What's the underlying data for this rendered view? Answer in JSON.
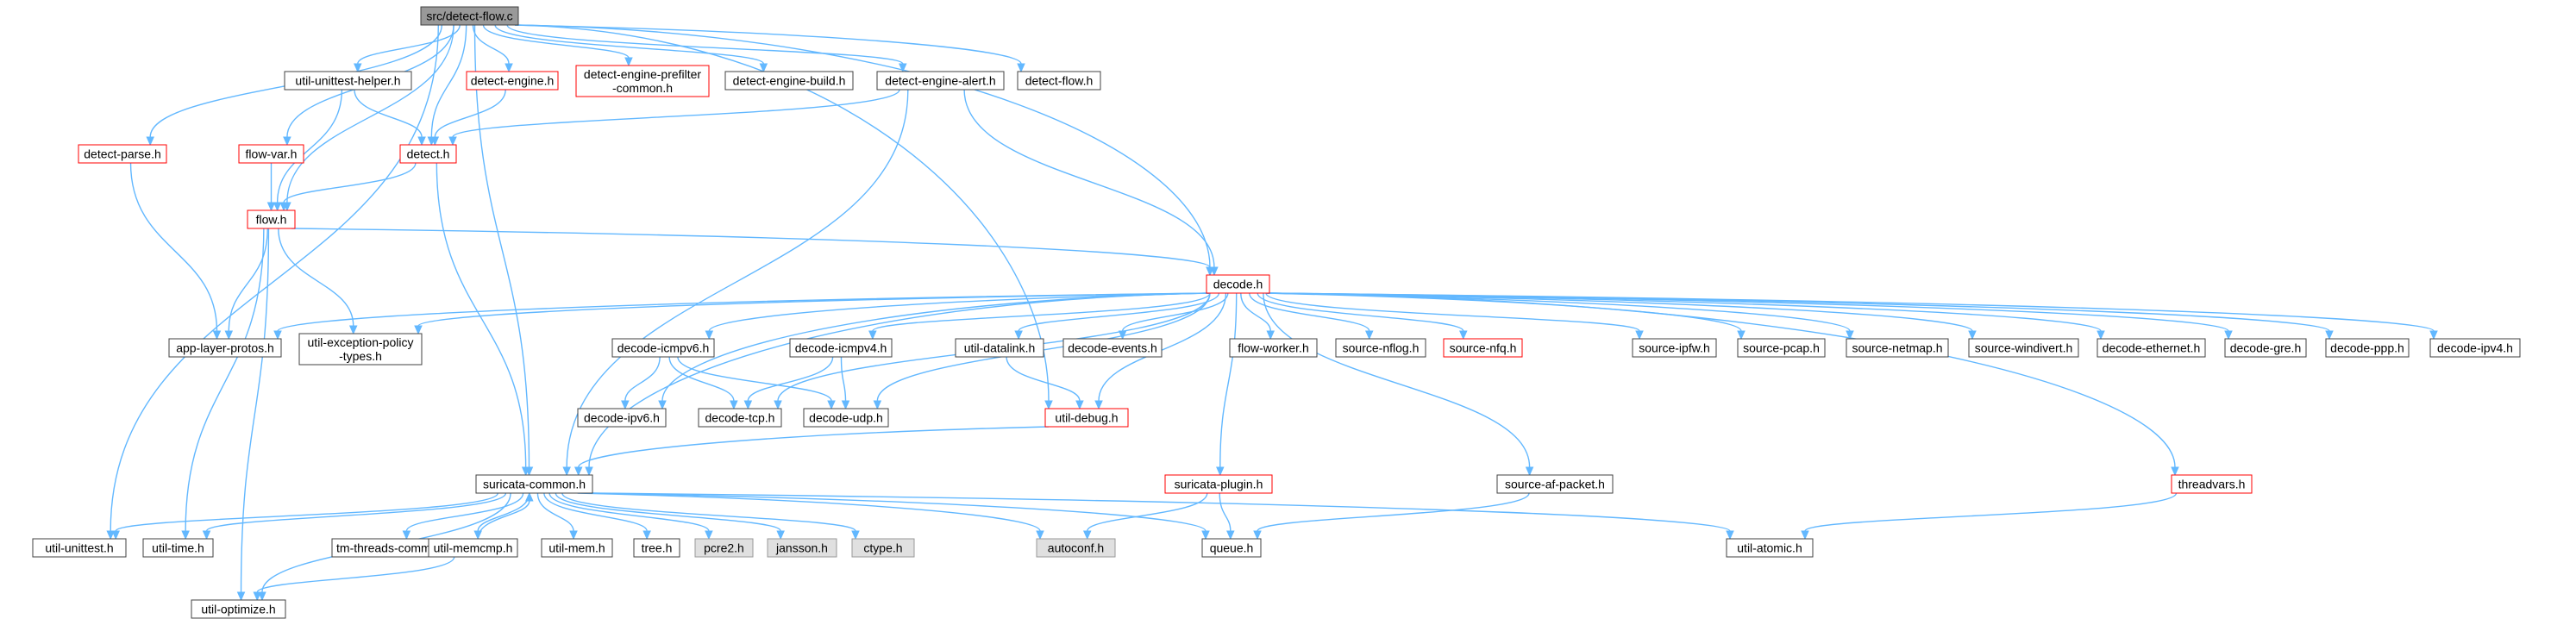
{
  "graph": {
    "style": {
      "edge_color": "#63b8ff",
      "normal_border": "#404040",
      "incomplete_border": "#ff0000",
      "root_fill": "#999999",
      "system_fill": "#e0e0e0",
      "normal_fill": "#ffffff"
    },
    "nodes": [
      {
        "id": "detect-flow-c",
        "label": "src/detect-flow.c",
        "kind": "root"
      },
      {
        "id": "util-unittest-helper-h",
        "label": "util-unittest-helper.h",
        "kind": "normal"
      },
      {
        "id": "detect-engine-h",
        "label": "detect-engine.h",
        "kind": "incomplete"
      },
      {
        "id": "detect-engine-prefilter-common-h",
        "label": "detect-engine-prefilter\n-common.h",
        "kind": "incomplete"
      },
      {
        "id": "detect-engine-build-h",
        "label": "detect-engine-build.h",
        "kind": "normal"
      },
      {
        "id": "detect-engine-alert-h",
        "label": "detect-engine-alert.h",
        "kind": "normal"
      },
      {
        "id": "detect-flow-h",
        "label": "detect-flow.h",
        "kind": "normal"
      },
      {
        "id": "detect-parse-h",
        "label": "detect-parse.h",
        "kind": "incomplete"
      },
      {
        "id": "flow-var-h",
        "label": "flow-var.h",
        "kind": "incomplete"
      },
      {
        "id": "detect-h",
        "label": "detect.h",
        "kind": "incomplete"
      },
      {
        "id": "flow-h",
        "label": "flow.h",
        "kind": "incomplete"
      },
      {
        "id": "decode-h",
        "label": "decode.h",
        "kind": "incomplete"
      },
      {
        "id": "app-layer-protos-h",
        "label": "app-layer-protos.h",
        "kind": "normal"
      },
      {
        "id": "util-exception-policy-types-h",
        "label": "util-exception-policy\n-types.h",
        "kind": "normal"
      },
      {
        "id": "decode-icmpv6-h",
        "label": "decode-icmpv6.h",
        "kind": "normal"
      },
      {
        "id": "decode-icmpv4-h",
        "label": "decode-icmpv4.h",
        "kind": "normal"
      },
      {
        "id": "util-datalink-h",
        "label": "util-datalink.h",
        "kind": "normal"
      },
      {
        "id": "decode-events-h",
        "label": "decode-events.h",
        "kind": "normal"
      },
      {
        "id": "flow-worker-h",
        "label": "flow-worker.h",
        "kind": "normal"
      },
      {
        "id": "source-nflog-h",
        "label": "source-nflog.h",
        "kind": "normal"
      },
      {
        "id": "source-nfq-h",
        "label": "source-nfq.h",
        "kind": "incomplete"
      },
      {
        "id": "source-ipfw-h",
        "label": "source-ipfw.h",
        "kind": "normal"
      },
      {
        "id": "source-pcap-h",
        "label": "source-pcap.h",
        "kind": "normal"
      },
      {
        "id": "source-netmap-h",
        "label": "source-netmap.h",
        "kind": "normal"
      },
      {
        "id": "source-windivert-h",
        "label": "source-windivert.h",
        "kind": "normal"
      },
      {
        "id": "decode-ethernet-h",
        "label": "decode-ethernet.h",
        "kind": "normal"
      },
      {
        "id": "decode-gre-h",
        "label": "decode-gre.h",
        "kind": "normal"
      },
      {
        "id": "decode-ppp-h",
        "label": "decode-ppp.h",
        "kind": "normal"
      },
      {
        "id": "decode-ipv4-h",
        "label": "decode-ipv4.h",
        "kind": "normal"
      },
      {
        "id": "decode-ipv6-h",
        "label": "decode-ipv6.h",
        "kind": "normal"
      },
      {
        "id": "decode-tcp-h",
        "label": "decode-tcp.h",
        "kind": "normal"
      },
      {
        "id": "decode-udp-h",
        "label": "decode-udp.h",
        "kind": "normal"
      },
      {
        "id": "util-debug-h",
        "label": "util-debug.h",
        "kind": "incomplete"
      },
      {
        "id": "suricata-common-h",
        "label": "suricata-common.h",
        "kind": "normal"
      },
      {
        "id": "suricata-plugin-h",
        "label": "suricata-plugin.h",
        "kind": "incomplete"
      },
      {
        "id": "source-af-packet-h",
        "label": "source-af-packet.h",
        "kind": "normal"
      },
      {
        "id": "threadvars-h",
        "label": "threadvars.h",
        "kind": "incomplete"
      },
      {
        "id": "util-unittest-h",
        "label": "util-unittest.h",
        "kind": "normal"
      },
      {
        "id": "util-time-h",
        "label": "util-time.h",
        "kind": "normal"
      },
      {
        "id": "tm-threads-common-h",
        "label": "tm-threads-common.h",
        "kind": "normal"
      },
      {
        "id": "util-memcmp-h",
        "label": "util-memcmp.h",
        "kind": "normal"
      },
      {
        "id": "util-mem-h",
        "label": "util-mem.h",
        "kind": "normal"
      },
      {
        "id": "tree-h",
        "label": "tree.h",
        "kind": "normal"
      },
      {
        "id": "pcre2-h",
        "label": "pcre2.h",
        "kind": "system"
      },
      {
        "id": "jansson-h",
        "label": "jansson.h",
        "kind": "system"
      },
      {
        "id": "ctype-h",
        "label": "ctype.h",
        "kind": "system"
      },
      {
        "id": "autoconf-h",
        "label": "autoconf.h",
        "kind": "system"
      },
      {
        "id": "queue-h",
        "label": "queue.h",
        "kind": "normal"
      },
      {
        "id": "util-atomic-h",
        "label": "util-atomic.h",
        "kind": "normal"
      },
      {
        "id": "util-optimize-h",
        "label": "util-optimize.h",
        "kind": "normal"
      }
    ],
    "edges": [
      [
        "detect-flow-c",
        "util-unittest-helper-h"
      ],
      [
        "detect-flow-c",
        "detect-engine-h"
      ],
      [
        "detect-flow-c",
        "detect-engine-prefilter-common-h"
      ],
      [
        "detect-flow-c",
        "detect-engine-build-h"
      ],
      [
        "detect-flow-c",
        "detect-engine-alert-h"
      ],
      [
        "detect-flow-c",
        "detect-flow-h"
      ],
      [
        "detect-flow-c",
        "detect-parse-h"
      ],
      [
        "detect-flow-c",
        "flow-var-h"
      ],
      [
        "detect-flow-c",
        "detect-h"
      ],
      [
        "detect-flow-c",
        "flow-h"
      ],
      [
        "detect-flow-c",
        "decode-h"
      ],
      [
        "detect-flow-c",
        "util-debug-h"
      ],
      [
        "detect-flow-c",
        "suricata-common-h"
      ],
      [
        "detect-flow-c",
        "util-unittest-h"
      ],
      [
        "util-unittest-helper-h",
        "detect-h"
      ],
      [
        "util-unittest-helper-h",
        "flow-h"
      ],
      [
        "detect-engine-h",
        "detect-h"
      ],
      [
        "detect-engine-alert-h",
        "detect-h"
      ],
      [
        "detect-engine-alert-h",
        "decode-h"
      ],
      [
        "detect-engine-alert-h",
        "suricata-common-h"
      ],
      [
        "detect-parse-h",
        "app-layer-protos-h"
      ],
      [
        "flow-var-h",
        "flow-h"
      ],
      [
        "detect-h",
        "flow-h"
      ],
      [
        "detect-h",
        "suricata-common-h"
      ],
      [
        "flow-h",
        "decode-h"
      ],
      [
        "flow-h",
        "app-layer-protos-h"
      ],
      [
        "flow-h",
        "util-exception-policy-types-h"
      ],
      [
        "flow-h",
        "util-time-h"
      ],
      [
        "flow-h",
        "util-optimize-h"
      ],
      [
        "decode-h",
        "app-layer-protos-h"
      ],
      [
        "decode-h",
        "util-exception-policy-types-h"
      ],
      [
        "decode-h",
        "decode-icmpv6-h"
      ],
      [
        "decode-h",
        "decode-icmpv4-h"
      ],
      [
        "decode-h",
        "util-datalink-h"
      ],
      [
        "decode-h",
        "decode-events-h"
      ],
      [
        "decode-h",
        "flow-worker-h"
      ],
      [
        "decode-h",
        "source-nflog-h"
      ],
      [
        "decode-h",
        "source-nfq-h"
      ],
      [
        "decode-h",
        "source-ipfw-h"
      ],
      [
        "decode-h",
        "source-pcap-h"
      ],
      [
        "decode-h",
        "source-netmap-h"
      ],
      [
        "decode-h",
        "source-windivert-h"
      ],
      [
        "decode-h",
        "decode-ethernet-h"
      ],
      [
        "decode-h",
        "decode-gre-h"
      ],
      [
        "decode-h",
        "decode-ppp-h"
      ],
      [
        "decode-h",
        "decode-ipv4-h"
      ],
      [
        "decode-h",
        "decode-ipv6-h"
      ],
      [
        "decode-h",
        "decode-tcp-h"
      ],
      [
        "decode-h",
        "decode-udp-h"
      ],
      [
        "decode-h",
        "util-debug-h"
      ],
      [
        "decode-h",
        "suricata-common-h"
      ],
      [
        "decode-h",
        "suricata-plugin-h"
      ],
      [
        "decode-h",
        "source-af-packet-h"
      ],
      [
        "decode-h",
        "threadvars-h"
      ],
      [
        "decode-icmpv6-h",
        "decode-ipv6-h"
      ],
      [
        "decode-icmpv6-h",
        "decode-tcp-h"
      ],
      [
        "decode-icmpv6-h",
        "decode-udp-h"
      ],
      [
        "decode-icmpv4-h",
        "decode-tcp-h"
      ],
      [
        "decode-icmpv4-h",
        "decode-udp-h"
      ],
      [
        "util-datalink-h",
        "util-debug-h"
      ],
      [
        "util-debug-h",
        "suricata-common-h"
      ],
      [
        "suricata-common-h",
        "util-unittest-h"
      ],
      [
        "suricata-common-h",
        "util-time-h"
      ],
      [
        "suricata-common-h",
        "tm-threads-common-h"
      ],
      [
        "suricata-common-h",
        "util-memcmp-h"
      ],
      [
        "suricata-common-h",
        "util-mem-h"
      ],
      [
        "suricata-common-h",
        "tree-h"
      ],
      [
        "suricata-common-h",
        "pcre2-h"
      ],
      [
        "suricata-common-h",
        "jansson-h"
      ],
      [
        "suricata-common-h",
        "ctype-h"
      ],
      [
        "suricata-common-h",
        "autoconf-h"
      ],
      [
        "suricata-common-h",
        "queue-h"
      ],
      [
        "suricata-common-h",
        "util-atomic-h"
      ],
      [
        "suricata-common-h",
        "util-optimize-h"
      ],
      [
        "util-memcmp-h",
        "suricata-common-h"
      ],
      [
        "util-memcmp-h",
        "util-optimize-h"
      ],
      [
        "suricata-plugin-h",
        "autoconf-h"
      ],
      [
        "suricata-plugin-h",
        "queue-h"
      ],
      [
        "source-af-packet-h",
        "queue-h"
      ],
      [
        "threadvars-h",
        "util-atomic-h"
      ]
    ]
  }
}
